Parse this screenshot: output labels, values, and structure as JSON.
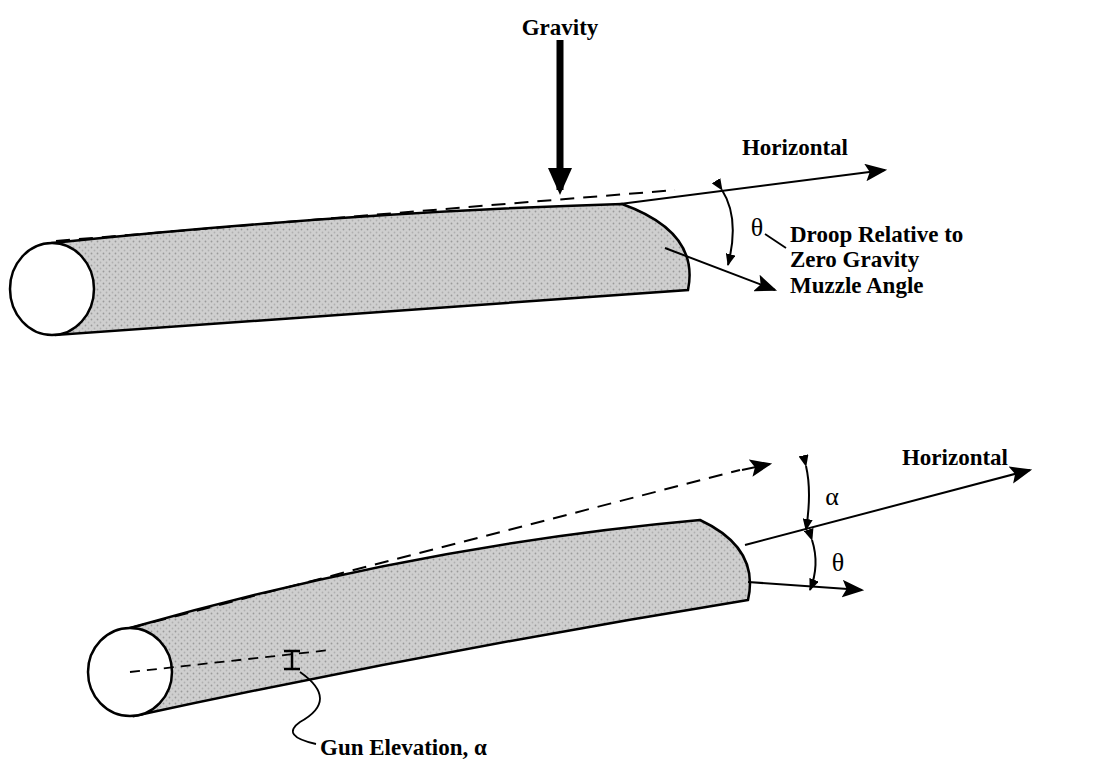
{
  "diagram": {
    "labels": [
      "Gravity",
      "Horizontal",
      "θ",
      "Droop Relative to Zero Gravity Muzzle Angle",
      "Horizontal",
      "α",
      "θ",
      "Gun Elevation, α"
    ]
  }
}
